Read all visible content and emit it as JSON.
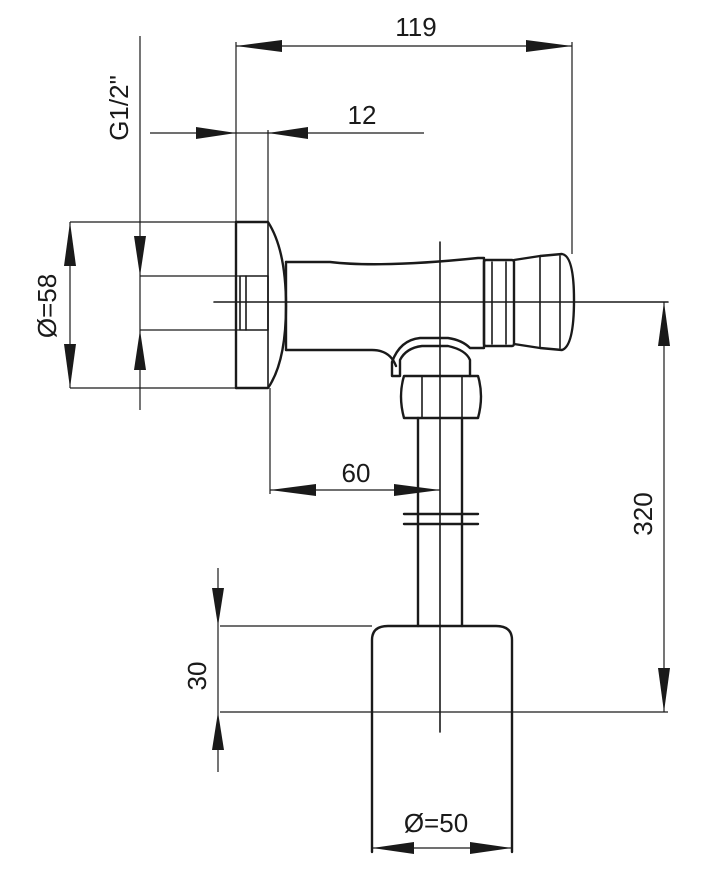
{
  "dimensions": {
    "overall_width": "119",
    "wall_offset": "12",
    "thread": "G1/2\"",
    "rosette_diameter": "Ø=58",
    "outlet_offset": "60",
    "height": "320",
    "bracket_height": "30",
    "pipe_diameter": "Ø=50"
  },
  "colors": {
    "line": "#1a1a1a",
    "background": "#ffffff"
  }
}
